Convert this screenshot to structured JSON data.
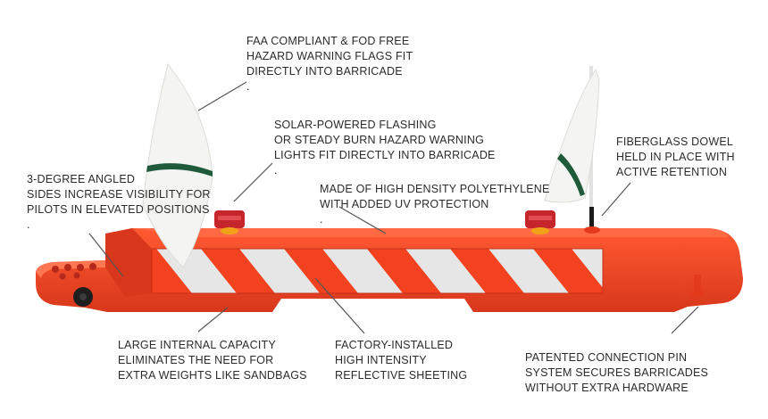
{
  "callouts": {
    "flags": [
      "FAA COMPLIANT & FOD FREE",
      "HAZARD WARNING FLAGS FIT",
      "DIRECTLY INTO BARRICADE",
      "."
    ],
    "lights": [
      "SOLAR-POWERED FLASHING",
      "OR STEADY BURN HAZARD WARNING",
      "LIGHTS FIT DIRECTLY INTO BARRICADE",
      "."
    ],
    "dowel": [
      "FIBERGLASS DOWEL",
      "HELD IN PLACE WITH",
      "ACTIVE RETENTION"
    ],
    "sides": [
      "3-DEGREE ANGLED",
      "SIDES INCREASE VISIBILITY FOR",
      "PILOTS IN ELEVATED POSITIONS",
      "."
    ],
    "material": [
      "MADE OF HIGH DENSITY POLYETHYLENE",
      "WITH ADDED UV PROTECTION",
      "."
    ],
    "capacity": [
      "LARGE INTERNAL CAPACITY",
      "ELIMINATES THE NEED FOR",
      "EXTRA WEIGHTS LIKE SANDBAGS"
    ],
    "sheeting": [
      "FACTORY-INSTALLED",
      "HIGH INTENSITY",
      "REFLECTIVE SHEETING"
    ],
    "pin": [
      "PATENTED CONNECTION PIN",
      "SYSTEM SECURES BARRICADES",
      "WITHOUT EXTRA HARDWARE"
    ]
  },
  "colors": {
    "barricade": "#f2421f",
    "barricade_dark": "#c5301a",
    "stripe": "#e6e6e6",
    "flag": "#f4f4f2",
    "flag_band": "#1f5a3a",
    "light_red": "#c6262b",
    "light_amber": "#f0a21a",
    "text": "#2b2b2b",
    "leader": "#555555"
  }
}
